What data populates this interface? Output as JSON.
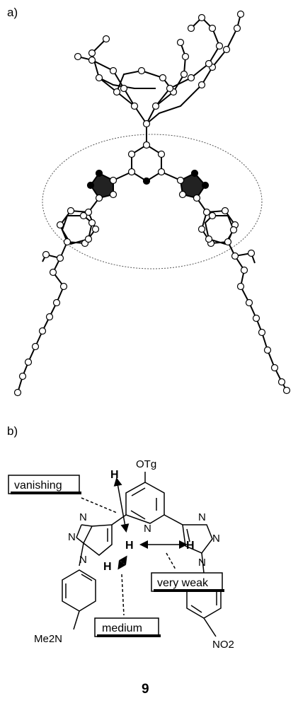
{
  "panels": {
    "a": "a)",
    "b": "b)"
  },
  "structure": {
    "substituent_top": "OTg",
    "pyridine_N": "N",
    "triazole_atom": "N",
    "hydrogen": "H",
    "left_substituent": "Me2N",
    "right_substituent": "NO2",
    "compound_number": "9"
  },
  "callouts": {
    "vanishing": "vanishing",
    "very_weak": "very weak",
    "medium": "medium"
  }
}
